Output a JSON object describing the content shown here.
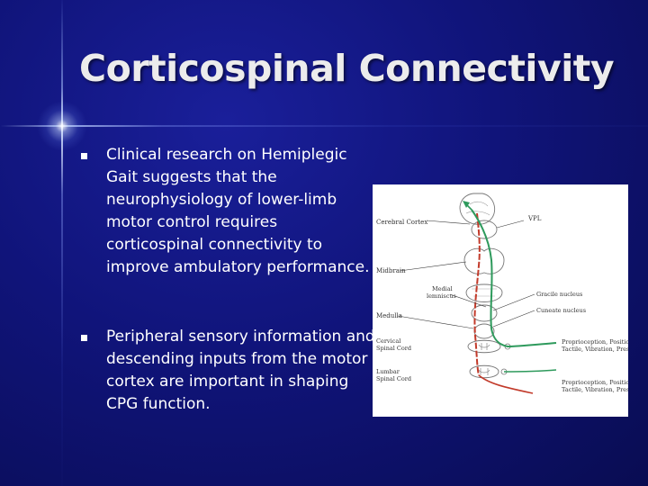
{
  "slide": {
    "title": "Corticospinal Connectivity",
    "bullets": [
      {
        "text": "Clinical research on Hemiplegic Gait suggests that the neurophysiology of lower-limb motor control requires corticospinal connectivity to improve ambulatory performance."
      },
      {
        "text": "Peripheral sensory information and descending inputs from the motor cortex are important in shaping CPG function."
      }
    ]
  },
  "figure": {
    "labels": {
      "cerebral_cortex": "Cerebral Cortex",
      "vpl": "VPL",
      "midbrain": "Midbrain",
      "medial_lemniscus_1": "Medial",
      "medial_lemniscus_2": "lemniscus",
      "gracile_nucleus": "Gracile nucleus",
      "cuneate_nucleus": "Cuneate nucleus",
      "medulla": "Medulla",
      "cervical_1": "Cervical",
      "cervical_2": "Spinal Cord",
      "lumbar_1": "Lumbar",
      "lumbar_2": "Spinal Cord",
      "proprio_1a": "Proprioception, Position",
      "proprio_1b": "Tactile, Vibration, Pressure",
      "proprio_2a": "Proprioception, Position",
      "proprio_2b": "Tactile, Vibration, Pressure"
    },
    "colors": {
      "ascending": "#2e9a5c",
      "descending": "#c23a2a"
    }
  }
}
